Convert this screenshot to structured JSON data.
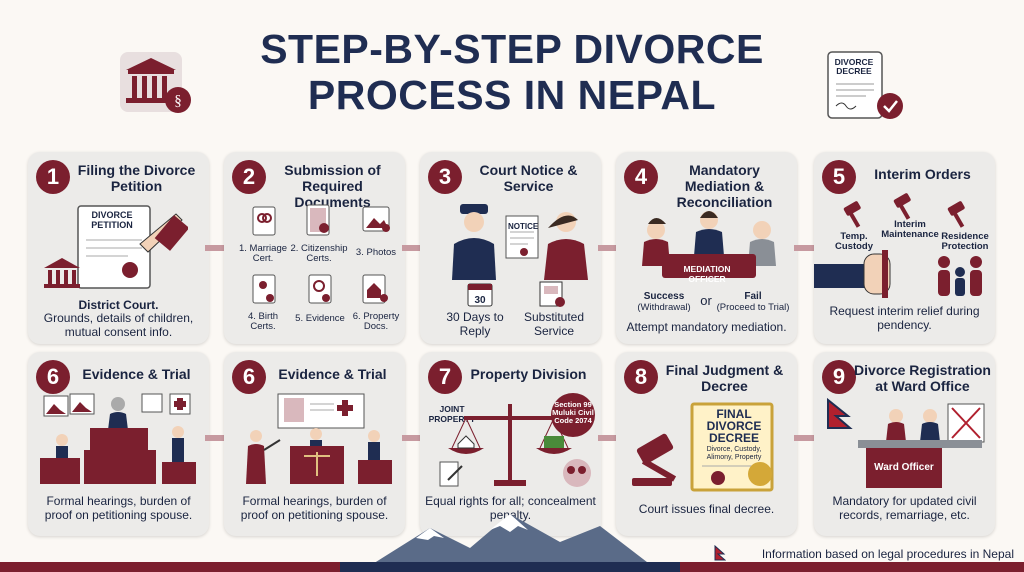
{
  "title": "STEP-BY-STEP DIVORCE PROCESS IN NEPAL",
  "header_doc_label": "DIVORCE DECREE",
  "steps": [
    {
      "num": "1",
      "title": "Filing the Divorce Petition",
      "doc_label": "DIVORCE PETITION",
      "heading": "District Court.",
      "text": "Grounds, details of children, mutual consent info."
    },
    {
      "num": "2",
      "title": "Submission of Required Documents",
      "items": [
        "1. Marriage Cert.",
        "2. Citizenship Certs.",
        "3. Photos",
        "4. Birth Certs.",
        "5. Evidence",
        "6. Property Docs."
      ]
    },
    {
      "num": "3",
      "title": "Court Notice & Service",
      "notice_label": "NOTICE",
      "calendar": "30",
      "left": "30 Days to Reply",
      "right": "Substituted Service"
    },
    {
      "num": "4",
      "title": "Mandatory Mediation & Reconciliation",
      "banner": "MEDIATION OFFICER",
      "success": "Success",
      "success_sub": "(Withdrawal)",
      "or": "or",
      "fail": "Fail",
      "fail_sub": "(Proceed to Trial)",
      "text": "Attempt mandatory mediation."
    },
    {
      "num": "5",
      "title": "Interim Orders",
      "labels": [
        "Temp. Custody",
        "Interim Maintenance",
        "Residence Protection"
      ],
      "text": "Request interim relief during pendency."
    },
    {
      "num": "6",
      "title": "Evidence & Trial",
      "text": "Formal hearings, burden of proof on petitioning spouse."
    },
    {
      "num": "6",
      "title": "Evidence & Trial",
      "text": "Formal hearings, burden of proof on petitioning spouse."
    },
    {
      "num": "7",
      "title": "Property Division",
      "joint": "JOINT PROPERTY",
      "section": "Section 99 Muluki Civil Code 2074",
      "text": "Equal rights for all; concealment penalty."
    },
    {
      "num": "8",
      "title": "Final Judgment & Decree",
      "decree": "FINAL DIVORCE DECREE",
      "decree_sub": "Divorce, Custody, Alimony, Property",
      "text": "Court issues final decree."
    },
    {
      "num": "9",
      "title": "Divorce Registration at Ward Office",
      "office": "Ward Officer",
      "text": "Mandatory for updated civil records, remarriage, etc."
    }
  ],
  "footer": "Information based on legal procedures in Nepal",
  "colors": {
    "maroon": "#7b1f2e",
    "navy": "#1f2d52",
    "card": "#ecebe9",
    "arrow": "#c79aa0"
  }
}
